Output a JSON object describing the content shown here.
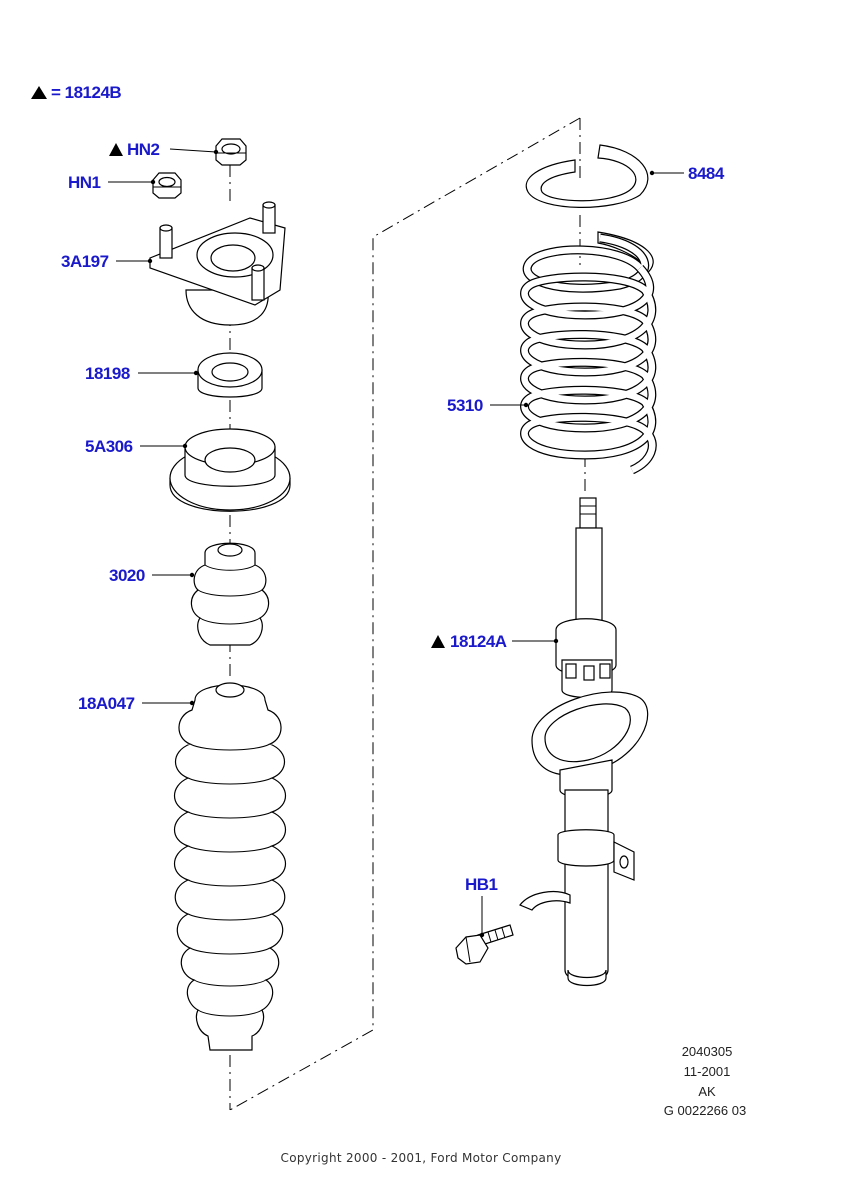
{
  "colors": {
    "label": "#1a1acc",
    "line": "#000000",
    "background": "#ffffff"
  },
  "legend": {
    "symbol": "triangle-icon",
    "text": "= 18124B"
  },
  "callouts": {
    "hn2": "HN2",
    "hn1": "HN1",
    "a3a197": "3A197",
    "p18198": "18198",
    "p5a306": "5A306",
    "p3020": "3020",
    "p18a047": "18A047",
    "p8484": "8484",
    "p5310": "5310",
    "p18124a": "18124A",
    "hb1": "HB1"
  },
  "reference": {
    "line1": "2040305",
    "line2": "11-2001",
    "line3": "AK",
    "line4": "G 0022266 03"
  },
  "copyright": "Copyright 2000 - 2001, Ford Motor Company"
}
